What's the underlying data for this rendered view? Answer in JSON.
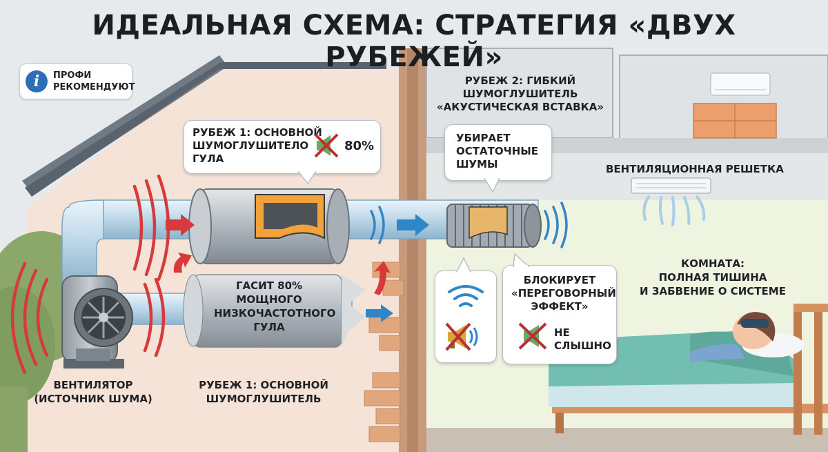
{
  "title": "ИДЕАЛЬНАЯ СХЕМА: СТРАТЕГИЯ «ДВУХ РУБЕЖЕЙ»",
  "badge": {
    "line1": "ПРОФИ",
    "line2": "РЕКОМЕНДУЮТ"
  },
  "bubble_stage1": {
    "line1": "РУБЕЖ 1: ОСНОВНОЙ",
    "line2": "ШУМОГЛУШИТЕЛО",
    "line3": "ГУЛА",
    "percent": "80%"
  },
  "stage2_header": {
    "line1": "РУБЕЖ 2: ГИБКИЙ",
    "line2": "ШУМОГЛУШИТЕЛЬ",
    "line3": "«АКУСТИЧЕСКАЯ ВСТАВКА»"
  },
  "bubble_residual": {
    "line1": "УБИРАЕТ",
    "line2": "ОСТАТОЧНЫЕ",
    "line3": "ШУМЫ"
  },
  "grille_label": "ВЕНТИЛЯЦИОННАЯ РЕШЕТКА",
  "silencer_label": {
    "line1": "ГАСИТ 80%",
    "line2": "МОЩНОГО",
    "line3": "НИЗКОЧАСТОТНОГО",
    "line4": "ГУЛА"
  },
  "bubble_crosstalk": {
    "line1": "БЛОКИРУЕТ",
    "line2": "«ПЕРЕГОВОРНЫЙ",
    "line3": "ЭФФЕКТ»",
    "cant_hear1": "НЕ",
    "cant_hear2": "СЛЫШНО"
  },
  "room_label": {
    "line1": "КОМНАТА:",
    "line2": "ПОЛНАЯ ТИШИНА",
    "line3": "И ЗАБВЕНИЕ О СИСТЕМЕ"
  },
  "fan_label": {
    "line1": "ВЕНТИЛЯТОР",
    "line2": "(ИСТОЧНИК ШУМА)"
  },
  "stage1_bottom_label": {
    "line1": "РУБЕЖ 1: ОСНОВНОЙ",
    "line2": "ШУМОГЛУШИТЕЛЬ"
  },
  "colors": {
    "noise_red": "#d8393b",
    "flow_blue": "#2f86c8",
    "attic_bg": "#f6e3d7",
    "room_bg": "#eef4df",
    "mute_cross": "#b8312f",
    "brick": "#e0a67c"
  }
}
